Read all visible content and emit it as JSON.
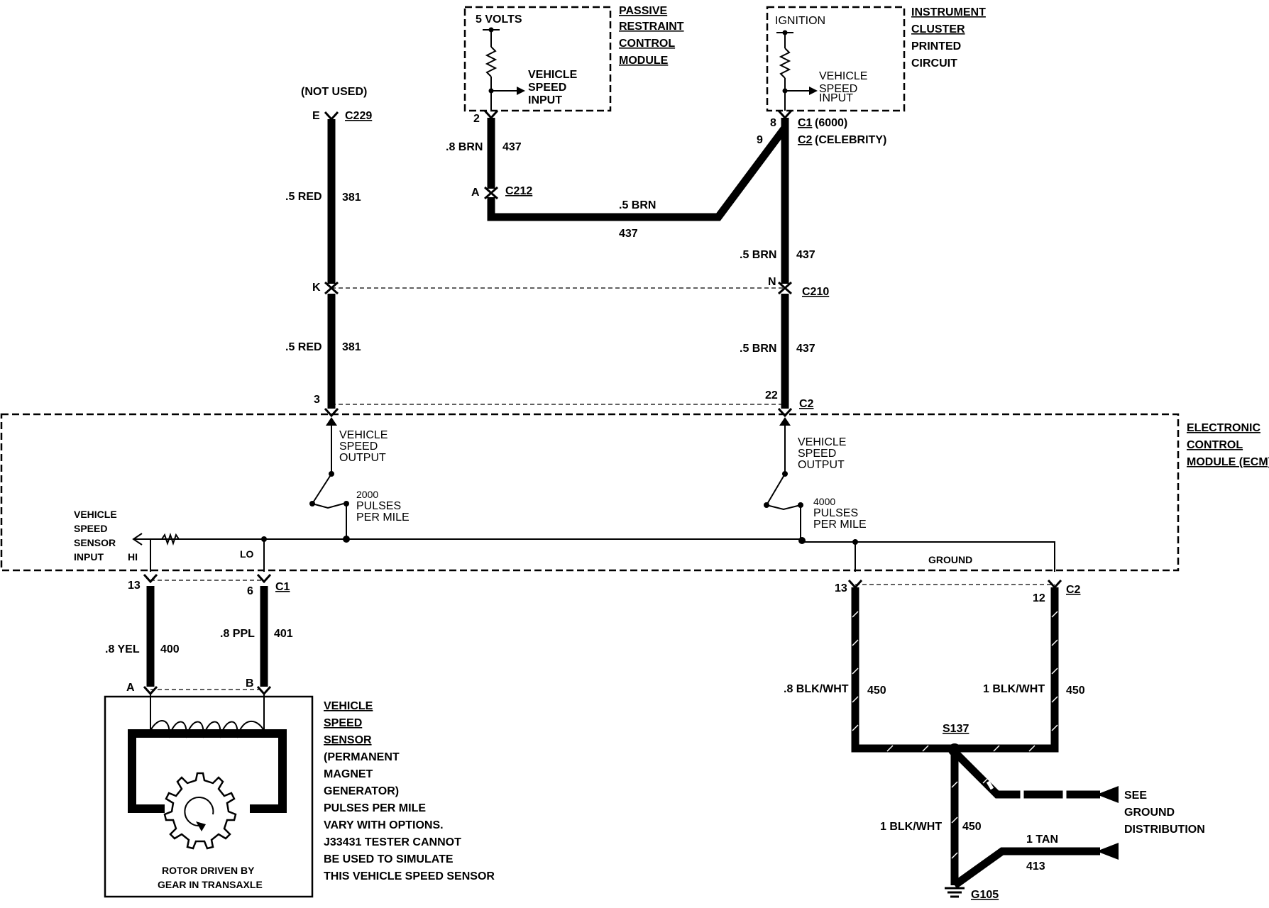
{
  "labels": {
    "not_used": "(NOT USED)",
    "c229": "C229",
    "pin_e": "E",
    "wire_red_top": ".5 RED",
    "circ_381_top": "381",
    "pin_k": "K",
    "wire_red_bot": ".5 RED",
    "circ_381_bot": "381",
    "pin_3": "3",
    "five_volts": "5 VOLTS",
    "prcm_vsi_1": "VEHICLE",
    "prcm_vsi_2": "SPEED",
    "prcm_vsi_3": "INPUT",
    "prcm_1": "PASSIVE",
    "prcm_2": "RESTRAINT",
    "prcm_3": "CONTROL",
    "prcm_4": "MODULE",
    "pin_2": "2",
    "wire_brn_8": ".8 BRN",
    "circ_437_a": "437",
    "pin_a": "A",
    "c212": "C212",
    "wire_brn_5_h": ".5 BRN",
    "circ_437_h": "437",
    "ignition": "IGNITION",
    "ic_vsi_1": "VEHICLE",
    "ic_vsi_2": "SPEED",
    "ic_vsi_3": "INPUT",
    "ic_1": "INSTRUMENT",
    "ic_2": "CLUSTER",
    "ic_3": "PRINTED",
    "ic_4": "CIRCUIT",
    "pin_8": "8",
    "pin_9": "9",
    "c1_6000_conn": "C1",
    "c1_6000_txt": "(6000)",
    "c2_celeb_conn": "C2",
    "c2_celeb_txt": "(CELEBRITY)",
    "wire_brn_5_a": ".5 BRN",
    "circ_437_b": "437",
    "pin_n": "N",
    "c210": "C210",
    "wire_brn_5_b": ".5 BRN",
    "circ_437_c": "437",
    "pin_22": "22",
    "c2_top": "C2",
    "vso_l_1": "VEHICLE",
    "vso_l_2": "SPEED",
    "vso_l_3": "OUTPUT",
    "p2000_1": "2000",
    "p2000_2": "PULSES",
    "p2000_3": "PER MILE",
    "vso_r_1": "VEHICLE",
    "vso_r_2": "SPEED",
    "vso_r_3": "OUTPUT",
    "p4000_1": "4000",
    "p4000_2": "PULSES",
    "p4000_3": "PER MILE",
    "ecm_1": "ELECTRONIC",
    "ecm_2": "CONTROL",
    "ecm_3": "MODULE (ECM)",
    "vss_in_1": "VEHICLE",
    "vss_in_2": "SPEED",
    "vss_in_3": "SENSOR",
    "vss_in_4": "INPUT",
    "hi": "HI",
    "lo": "LO",
    "ground": "GROUND",
    "pin_13_l": "13",
    "pin_6": "6",
    "c1_bot": "C1",
    "wire_yel": ".8 YEL",
    "circ_400": "400",
    "wire_ppl": ".8 PPL",
    "circ_401": "401",
    "pin_a_bot": "A",
    "pin_b_bot": "B",
    "pin_13_r": "13",
    "pin_12": "12",
    "c2_bot": "C2",
    "wire_blkwht_8": ".8 BLK/WHT",
    "circ_450_a": "450",
    "wire_blkwht_1": "1 BLK/WHT",
    "circ_450_b": "450",
    "s137": "S137",
    "wire_blkwht_1b": "1 BLK/WHT",
    "circ_450_c": "450",
    "see_1": "SEE",
    "see_2": "GROUND",
    "see_3": "DISTRIBUTION",
    "wire_tan": "1 TAN",
    "circ_413": "413",
    "g105": "G105",
    "vss_1": "VEHICLE",
    "vss_2": "SPEED",
    "vss_3": "SENSOR",
    "vss_4": "(PERMANENT",
    "vss_5": "MAGNET",
    "vss_6": "GENERATOR)",
    "vss_7": "PULSES PER MILE",
    "vss_8": "VARY WITH OPTIONS.",
    "vss_9": "J33431 TESTER CANNOT",
    "vss_10": "BE USED TO SIMULATE",
    "vss_11": "THIS VEHICLE SPEED SENSOR",
    "rotor_1": "ROTOR DRIVEN BY",
    "rotor_2": "GEAR IN TRANSAXLE"
  },
  "icons": [
    "connector-icon",
    "resistor-icon",
    "switch-icon",
    "ground-icon",
    "splice-icon",
    "coil-icon",
    "rotor-icon"
  ]
}
